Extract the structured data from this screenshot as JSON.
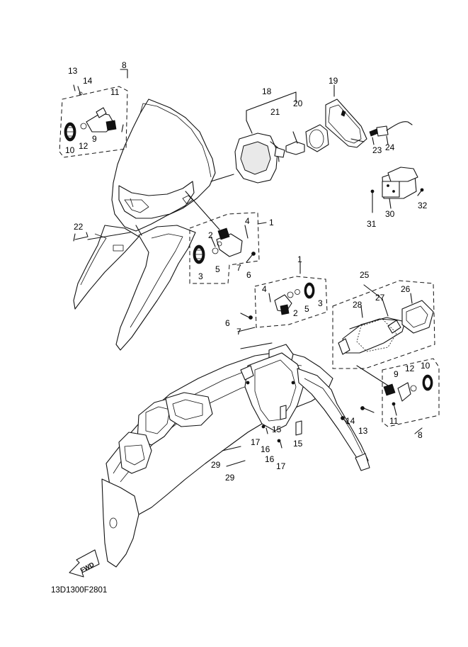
{
  "diagram": {
    "drawing_code": "13D1300F2801",
    "direction_label": "FWD",
    "callouts": [
      {
        "id": "c13a",
        "text": "13"
      },
      {
        "id": "c14a",
        "text": "14"
      },
      {
        "id": "c8a",
        "text": "8"
      },
      {
        "id": "c11a",
        "text": "11"
      },
      {
        "id": "c9a",
        "text": "9"
      },
      {
        "id": "c10a",
        "text": "10"
      },
      {
        "id": "c12a",
        "text": "12"
      },
      {
        "id": "c18",
        "text": "18"
      },
      {
        "id": "c19",
        "text": "19"
      },
      {
        "id": "c21",
        "text": "21"
      },
      {
        "id": "c20",
        "text": "20"
      },
      {
        "id": "c23",
        "text": "23"
      },
      {
        "id": "c24",
        "text": "24"
      },
      {
        "id": "c30",
        "text": "30"
      },
      {
        "id": "c31",
        "text": "31"
      },
      {
        "id": "c32",
        "text": "32"
      },
      {
        "id": "c22",
        "text": "22"
      },
      {
        "id": "c4a",
        "text": "4"
      },
      {
        "id": "c1a",
        "text": "1"
      },
      {
        "id": "c2a",
        "text": "2"
      },
      {
        "id": "c3a",
        "text": "3"
      },
      {
        "id": "c5a",
        "text": "5"
      },
      {
        "id": "c7a",
        "text": "7"
      },
      {
        "id": "c6a",
        "text": "6"
      },
      {
        "id": "c1b",
        "text": "1"
      },
      {
        "id": "c4b",
        "text": "4"
      },
      {
        "id": "c2b",
        "text": "2"
      },
      {
        "id": "c5b",
        "text": "5"
      },
      {
        "id": "c3b",
        "text": "3"
      },
      {
        "id": "c6b",
        "text": "6"
      },
      {
        "id": "c7b",
        "text": "7"
      },
      {
        "id": "c25",
        "text": "25"
      },
      {
        "id": "c26",
        "text": "26"
      },
      {
        "id": "c27",
        "text": "27"
      },
      {
        "id": "c28",
        "text": "28"
      },
      {
        "id": "c9b",
        "text": "9"
      },
      {
        "id": "c12b",
        "text": "12"
      },
      {
        "id": "c10b",
        "text": "10"
      },
      {
        "id": "c14b",
        "text": "14"
      },
      {
        "id": "c13b",
        "text": "13"
      },
      {
        "id": "c11b",
        "text": "11"
      },
      {
        "id": "c8b",
        "text": "8"
      },
      {
        "id": "c15a",
        "text": "15"
      },
      {
        "id": "c15b",
        "text": "15"
      },
      {
        "id": "c17a",
        "text": "17"
      },
      {
        "id": "c16a",
        "text": "16"
      },
      {
        "id": "c16b",
        "text": "16"
      },
      {
        "id": "c17b",
        "text": "17"
      },
      {
        "id": "c29a",
        "text": "29"
      },
      {
        "id": "c29b",
        "text": "29"
      }
    ]
  }
}
